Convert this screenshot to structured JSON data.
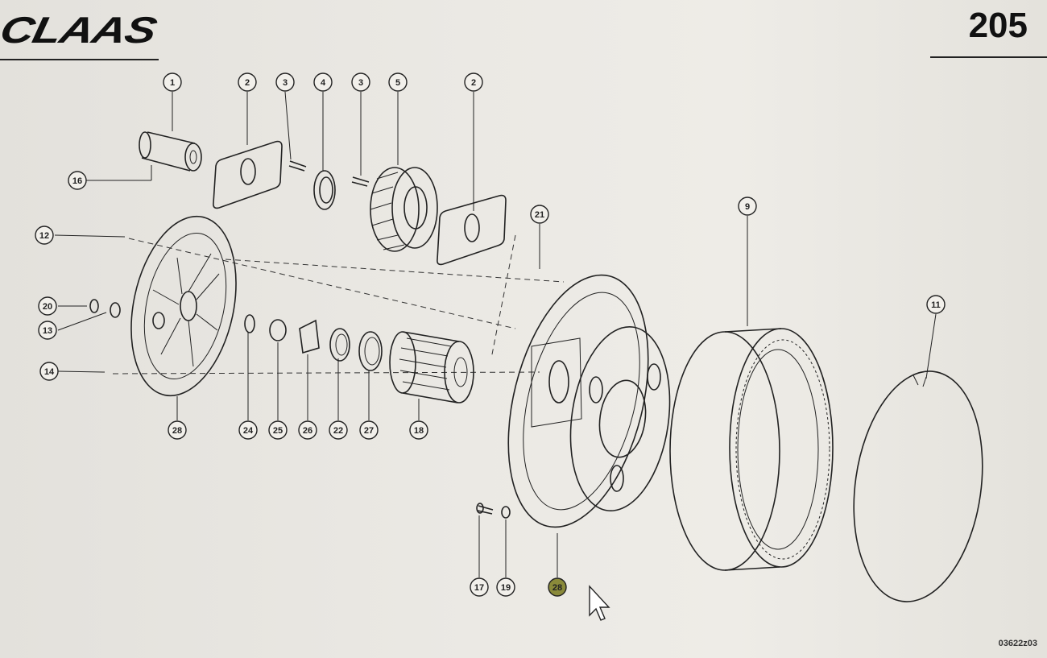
{
  "header": {
    "brand": "CLAAS",
    "page_number": "205"
  },
  "footer": {
    "drawing_id": "03622z03"
  },
  "callouts": [
    {
      "id": "c1",
      "label": "1"
    },
    {
      "id": "c2a",
      "label": "2"
    },
    {
      "id": "c3a",
      "label": "3"
    },
    {
      "id": "c4",
      "label": "4"
    },
    {
      "id": "c3b",
      "label": "3"
    },
    {
      "id": "c5",
      "label": "5"
    },
    {
      "id": "c2b",
      "label": "2"
    },
    {
      "id": "c16",
      "label": "16"
    },
    {
      "id": "c21",
      "label": "21"
    },
    {
      "id": "c9",
      "label": "9"
    },
    {
      "id": "c12",
      "label": "12"
    },
    {
      "id": "c20",
      "label": "20"
    },
    {
      "id": "c13",
      "label": "13"
    },
    {
      "id": "c14",
      "label": "14"
    },
    {
      "id": "c11",
      "label": "11"
    },
    {
      "id": "c28a",
      "label": "28"
    },
    {
      "id": "c24",
      "label": "24"
    },
    {
      "id": "c25",
      "label": "25"
    },
    {
      "id": "c26",
      "label": "26"
    },
    {
      "id": "c22",
      "label": "22"
    },
    {
      "id": "c27",
      "label": "27"
    },
    {
      "id": "c18",
      "label": "18"
    },
    {
      "id": "c17",
      "label": "17"
    },
    {
      "id": "c19",
      "label": "19"
    },
    {
      "id": "c28b",
      "label": "28",
      "highlighted": true
    }
  ],
  "colors": {
    "highlight": "#8a8a3a",
    "line": "#222222"
  },
  "icons": {
    "cursor": "mouse-pointer-icon"
  }
}
